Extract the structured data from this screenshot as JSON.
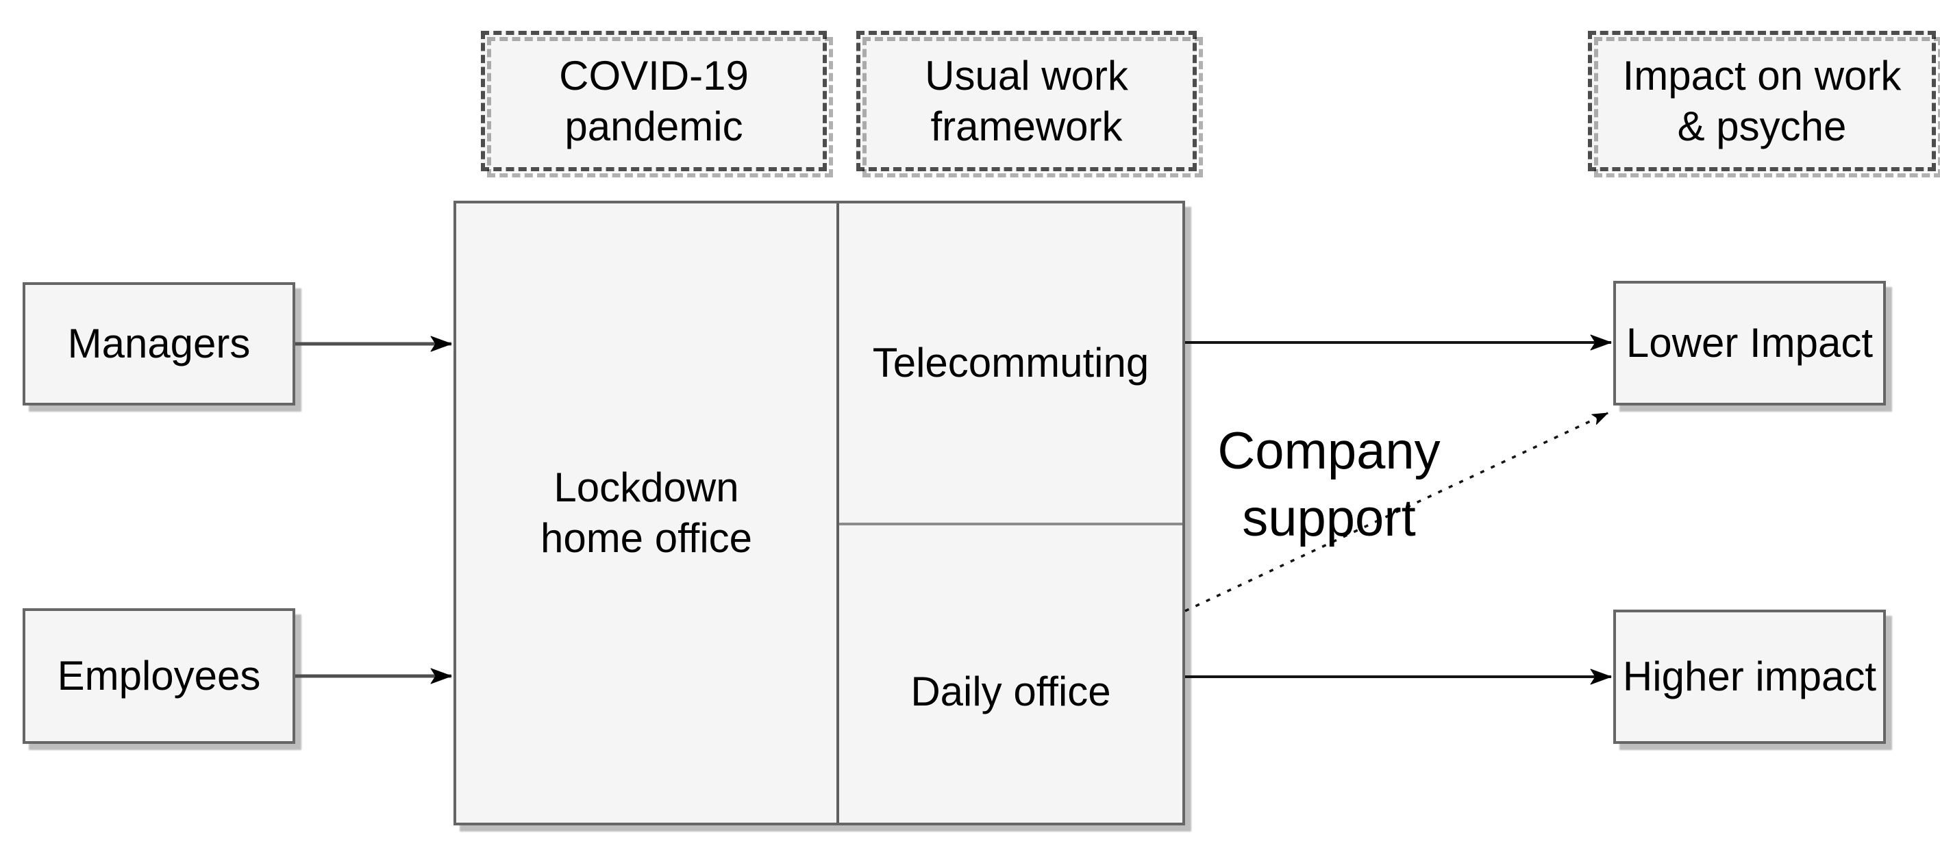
{
  "diagram": {
    "colors": {
      "background": "#ffffff",
      "node_fill": "#f5f5f5",
      "node_border": "#666666",
      "dashed_border": "#4d4d4d",
      "arrow_dark": "#141414",
      "arrow_gray": "#4f4f4f",
      "text": "#000000"
    },
    "headers": {
      "covid": "COVID-19\npandemic",
      "usual_work": "Usual work\nframework",
      "impact": "Impact on work\n& psyche"
    },
    "nodes": {
      "managers": "Managers",
      "employees": "Employees",
      "lockdown": "Lockdown\nhome office",
      "telecommuting": "Telecommuting",
      "daily_office": "Daily office",
      "lower_impact": "Lower Impact",
      "higher_impact": "Higher impact"
    },
    "edge_labels": {
      "company_support": "Company\nsupport"
    }
  }
}
